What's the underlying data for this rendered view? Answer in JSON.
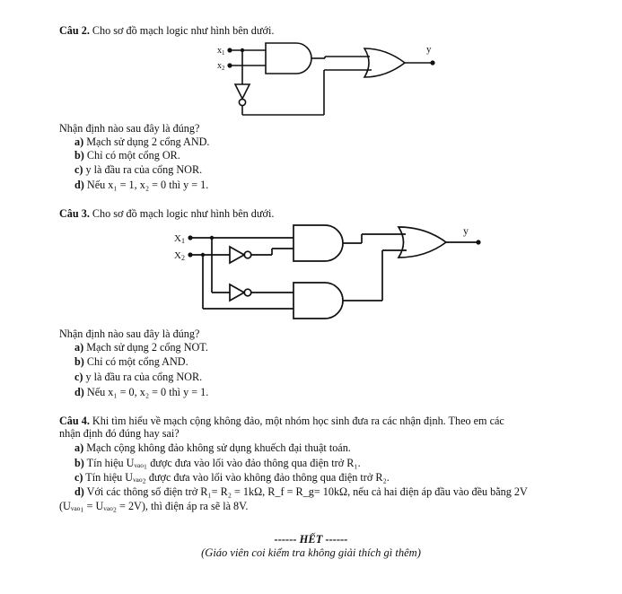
{
  "q2": {
    "num": "Câu 2.",
    "stem": "Cho sơ đồ mạch logic như hình bên dưới.",
    "diagram": {
      "x1": "x",
      "x1_sub": "1",
      "x2": "x",
      "x2_sub": "2",
      "out": "y"
    },
    "prompt": "Nhận định nào sau đây là đúng?",
    "options": [
      {
        "key": "a)",
        "text": "Mạch sử dụng 2 cổng AND."
      },
      {
        "key": "b)",
        "text": "Chỉ có một cổng OR."
      },
      {
        "key": "c)",
        "text": "y là đầu ra của cổng NOR."
      },
      {
        "key": "d)",
        "text": "Nếu x₁ = 1, x₂ = 0 thì y = 1."
      }
    ]
  },
  "q3": {
    "num": "Câu 3.",
    "stem": "Cho sơ đồ mạch logic như hình bên dưới.",
    "diagram": {
      "x1": "X",
      "x1_sub": "1",
      "x2": "X",
      "x2_sub": "2",
      "out": "y"
    },
    "prompt": "Nhận định nào sau đây là đúng?",
    "options": [
      {
        "key": "a)",
        "text": "Mạch sử dụng 2 cổng NOT."
      },
      {
        "key": "b)",
        "text": "Chỉ có một cổng AND."
      },
      {
        "key": "c)",
        "text": "y là đầu ra của cổng NOR."
      },
      {
        "key": "d)",
        "text": "Nếu x₁ = 0, x₂ = 0 thì y = 1."
      }
    ]
  },
  "q4": {
    "num": "Câu 4.",
    "stem_line1": "Khi tìm hiểu về mạch cộng không đảo, một nhóm học sinh đưa ra các nhận định. Theo em các",
    "stem_line2": "nhận định đó đúng hay sai?",
    "options": [
      {
        "key": "a)",
        "text": "Mạch cộng không đảo không sử dụng khuếch đại thuật toán."
      },
      {
        "key": "b)",
        "text": "Tín hiệu Uᵥₐₒ₁ được đưa vào lối vào đảo thông qua điện trở R₁."
      },
      {
        "key": "c)",
        "text": "Tín hiệu Uᵥₐₒ₂ được đưa vào lối vào không đảo thông qua điện trở R₂."
      },
      {
        "key": "d)",
        "text": "Với các thông số điện trở R₁= R₂ = 1kΩ, R_f = R_g= 10kΩ, nếu cả hai điện áp đầu vào đều bằng 2V"
      }
    ],
    "option_d_line2": "(Uᵥₐₒ₁ = Uᵥₐₒ₂ = 2V), thì điện áp ra sẽ là 8V."
  },
  "footer": {
    "end": "------ HẾT ------",
    "note": "(Giáo viên coi kiểm tra không giải thích gì thêm)"
  }
}
